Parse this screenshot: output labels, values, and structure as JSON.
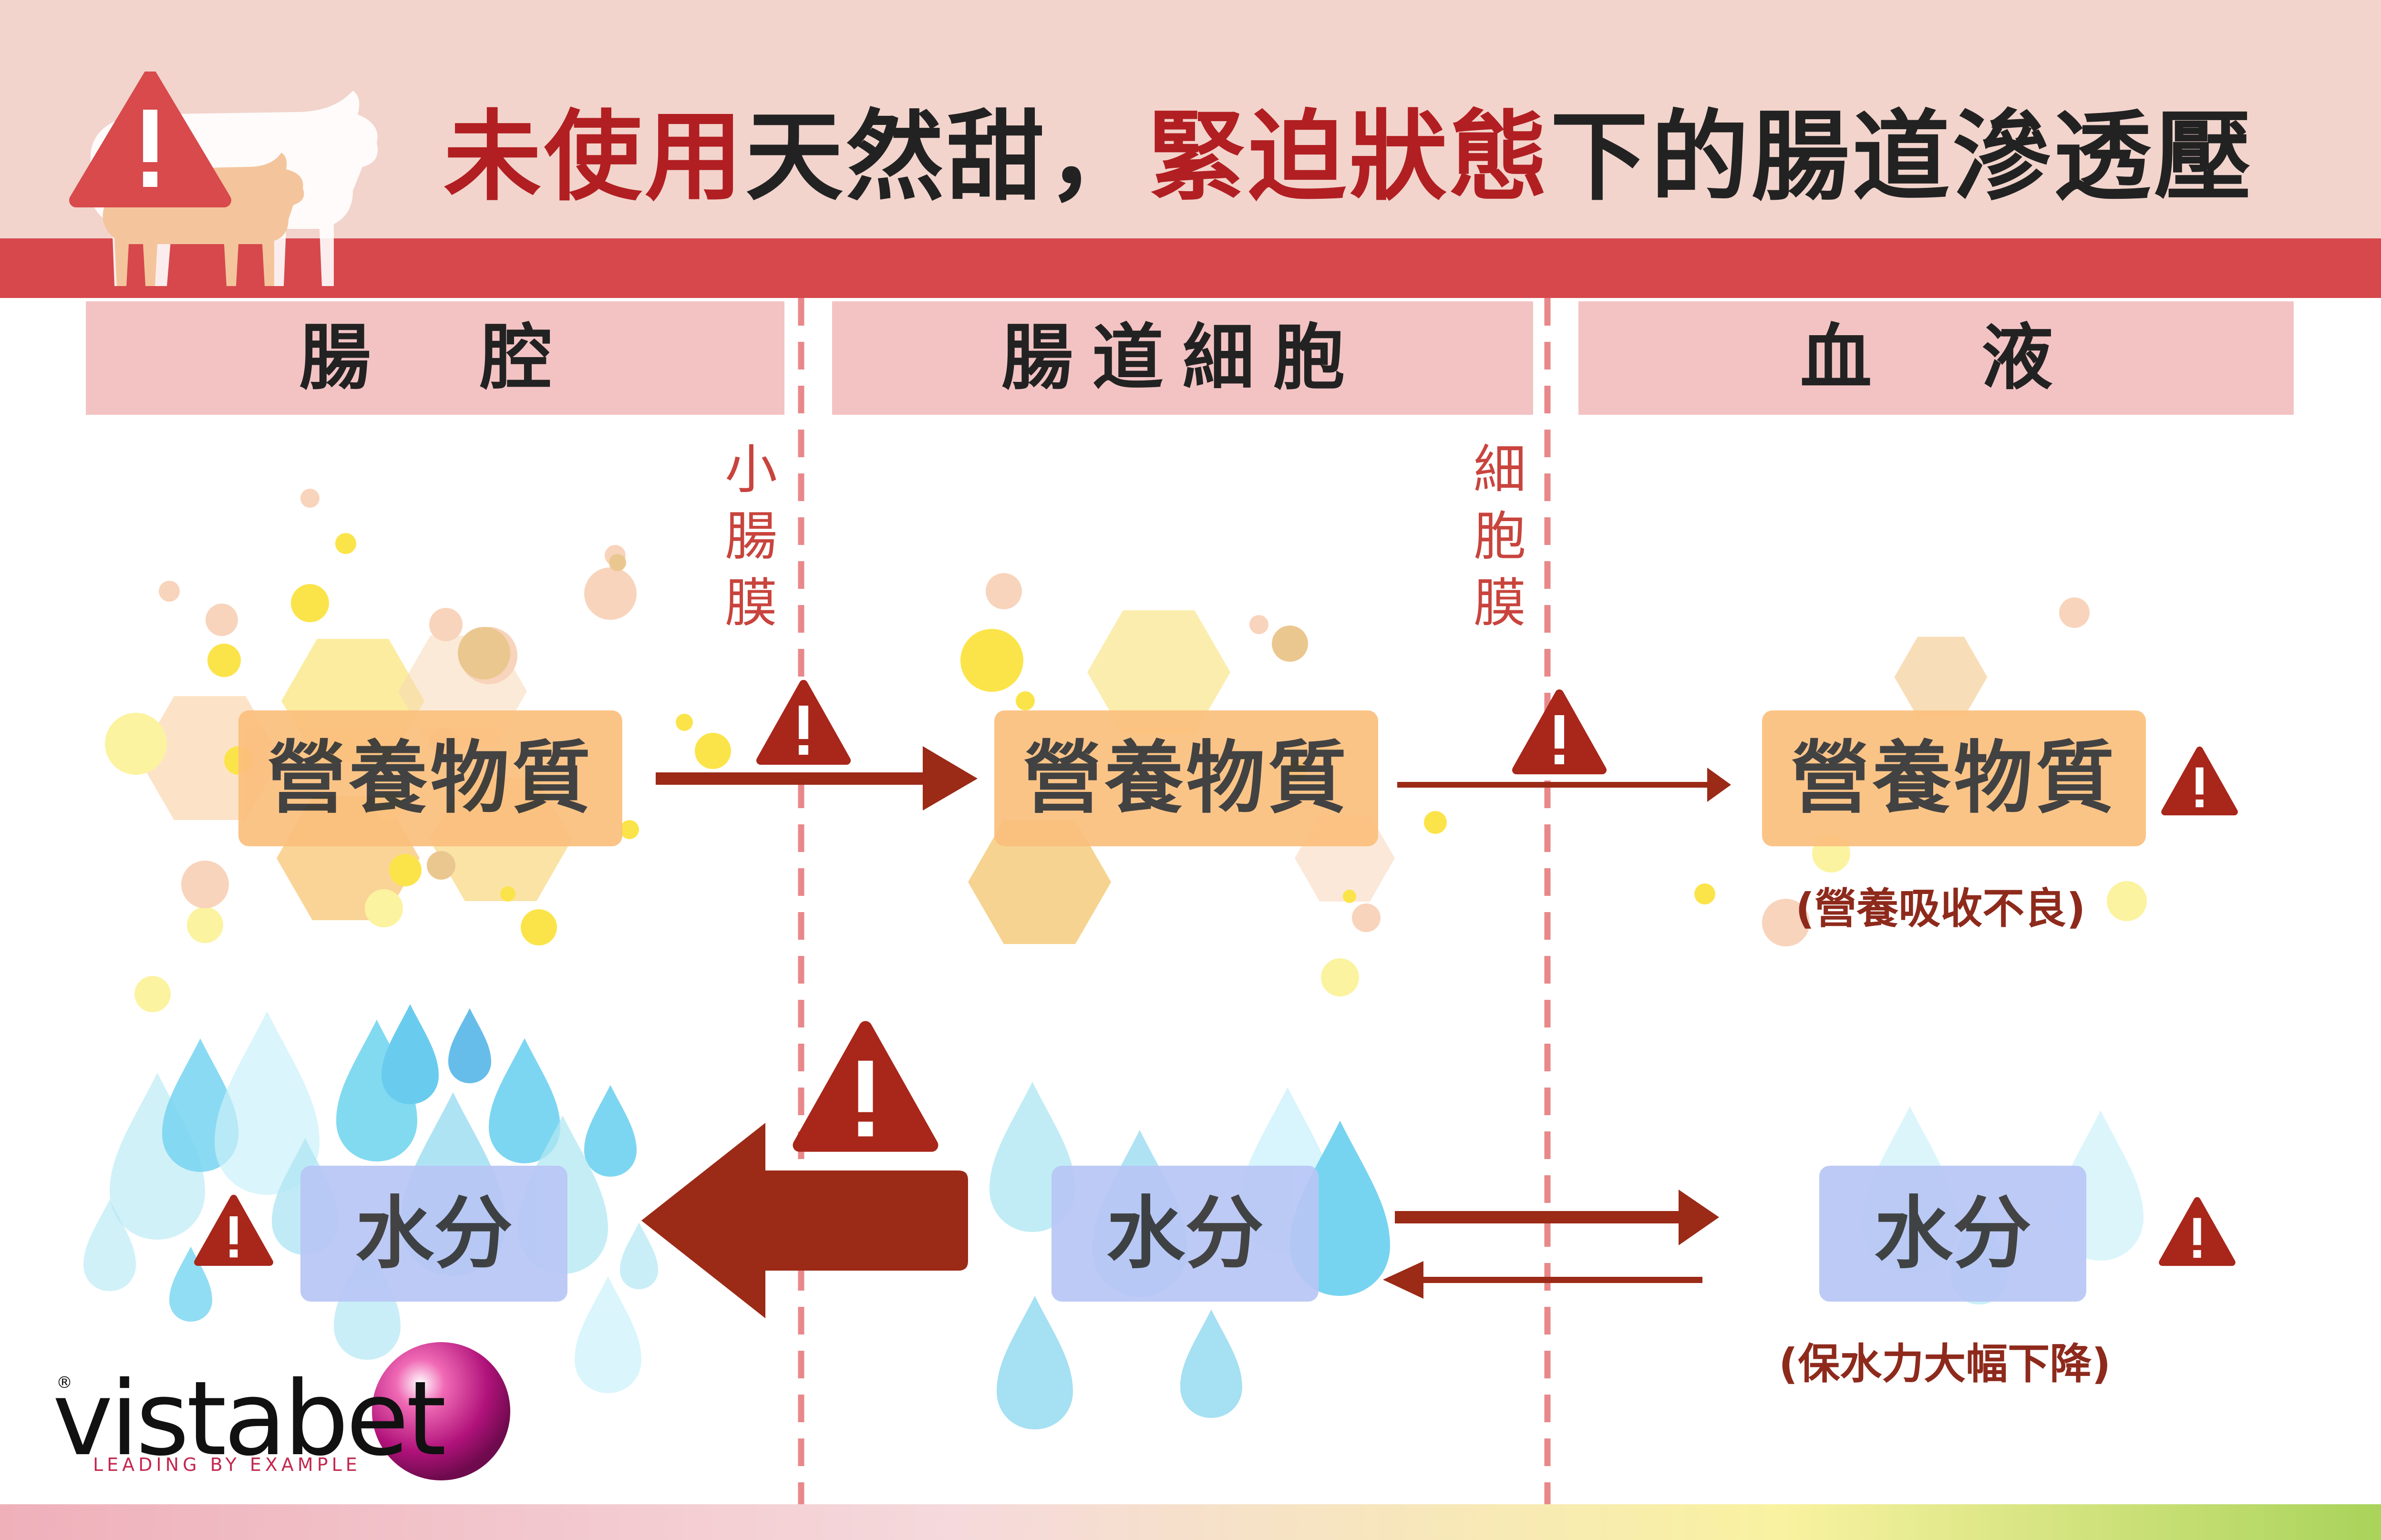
{
  "title": {
    "part1": "未使用",
    "part2": "天然甜，",
    "part3": "緊迫狀態",
    "part4": "下的腸道滲透壓"
  },
  "columns": {
    "lumen": "腸　腔",
    "cell": "腸道細胞",
    "blood": "血　液"
  },
  "membranes": {
    "intestinal_membrane": [
      "小",
      "腸",
      "膜"
    ],
    "cell_membrane": [
      "細",
      "胞",
      "膜"
    ]
  },
  "nutrient": {
    "label_lumen": "營養物質",
    "label_cell": "營養物質",
    "label_blood": "營養物質",
    "note_blood": "(營養吸收不良)"
  },
  "water": {
    "label_lumen": "水分",
    "label_cell": "水分",
    "label_blood": "水分",
    "note_blood": "(保水力大幅下降)"
  },
  "brand": {
    "name": "vistabet",
    "registered": "®",
    "tagline": "LEADING BY EXAMPLE"
  },
  "colors": {
    "header_bg": "#f2d4cc",
    "header_band": "#d6484c",
    "title_accent": "#b11f22",
    "arrow": "#9b2a17",
    "warning": "#a8261a",
    "nutrient_box": "#fbbf7d",
    "water_box": "#b8c6f5",
    "membrane_line": "#e8888a"
  },
  "icons": [
    "warning-icon",
    "pig-icon",
    "water-drop-icon",
    "arrow-right-icon",
    "arrow-left-icon",
    "vistabet-sphere-icon"
  ]
}
